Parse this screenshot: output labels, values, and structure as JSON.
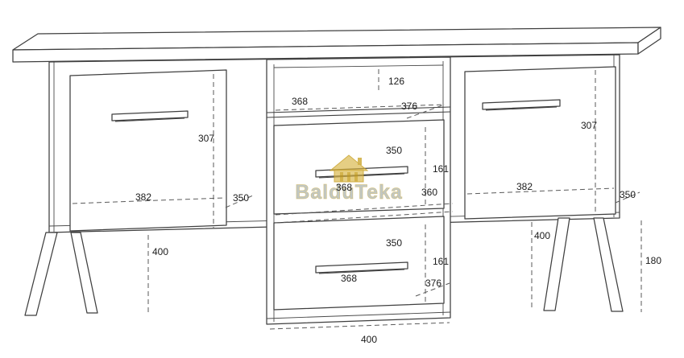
{
  "watermark": {
    "text": "BalduTeka",
    "logo": "house-icon",
    "logo_color": "#C9A227",
    "text_color": "#9AA39E"
  },
  "style": {
    "line_color": "#3F3F3F",
    "dash_color": "#5A5A5A",
    "background": "#FFFFFF"
  },
  "dims": [
    {
      "n": "top-opening-height",
      "v": "126"
    },
    {
      "n": "shelf-opening-width",
      "v": "368"
    },
    {
      "n": "top-depth",
      "v": "376"
    },
    {
      "n": "left-door-height",
      "v": "307"
    },
    {
      "n": "right-door-height",
      "v": "307"
    },
    {
      "n": "drawer1-opening-width",
      "v": "350"
    },
    {
      "n": "drawer1-front-height",
      "v": "161"
    },
    {
      "n": "drawer1-width",
      "v": "368"
    },
    {
      "n": "middle-depth",
      "v": "360"
    },
    {
      "n": "left-door-width",
      "v": "382"
    },
    {
      "n": "left-cabinet-depth",
      "v": "350"
    },
    {
      "n": "right-door-width",
      "v": "382"
    },
    {
      "n": "right-cabinet-depth",
      "v": "350"
    },
    {
      "n": "right-inner-height",
      "v": "400"
    },
    {
      "n": "left-inner-height",
      "v": "400"
    },
    {
      "n": "drawer2-opening-width",
      "v": "350"
    },
    {
      "n": "drawer2-front-height",
      "v": "161"
    },
    {
      "n": "drawer2-width",
      "v": "368"
    },
    {
      "n": "bottom-depth",
      "v": "376"
    },
    {
      "n": "leg-height",
      "v": "180"
    },
    {
      "n": "base-width",
      "v": "400"
    }
  ]
}
